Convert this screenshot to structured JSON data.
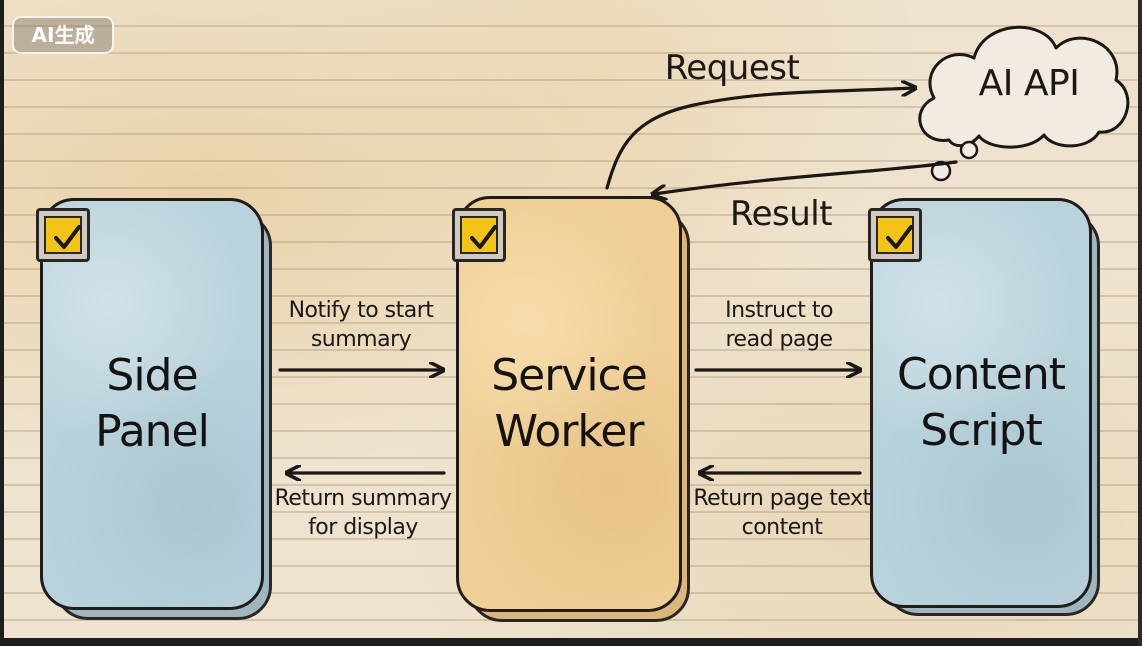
{
  "watermark": "AI生成",
  "nodes": {
    "side_panel": {
      "line1": "Side",
      "line2": "Panel"
    },
    "service_worker": {
      "line1": "Service",
      "line2": "Worker"
    },
    "content_script": {
      "line1": "Content",
      "line2": "Script"
    },
    "ai_api": {
      "label": "AI API"
    }
  },
  "edges": {
    "notify": {
      "line1": "Notify to start",
      "line2": "summary"
    },
    "return_summary": {
      "line1": "Return summary",
      "line2": "for display"
    },
    "instruct": {
      "line1": "Instruct to",
      "line2": "read page"
    },
    "return_page": {
      "line1": "Return page text",
      "line2": "content"
    },
    "request": {
      "label": "Request"
    },
    "result": {
      "label": "Result"
    }
  },
  "colors": {
    "blue_card": "#b9d3dc",
    "tan_card": "#efcf96",
    "check_yellow": "#f2c417",
    "ink": "#1b1816"
  },
  "icons": [
    "check-icon",
    "cloud-icon"
  ]
}
